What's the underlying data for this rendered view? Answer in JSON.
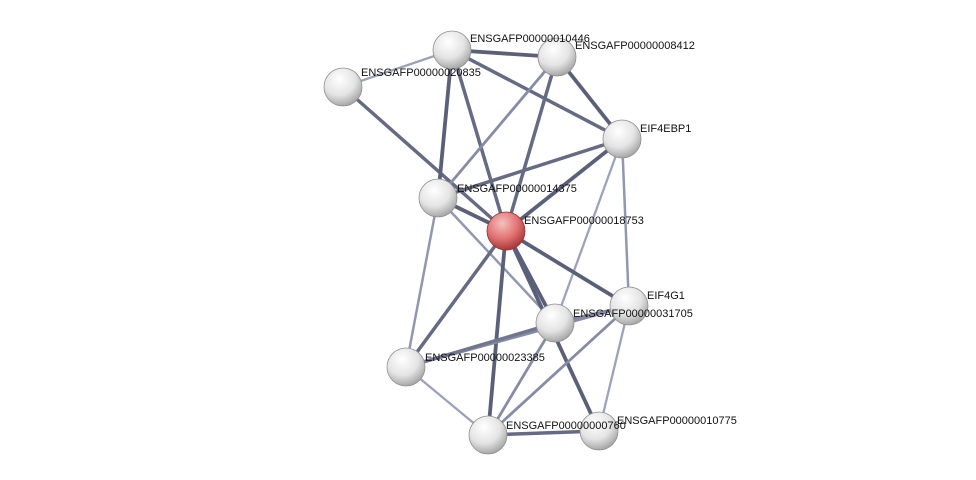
{
  "network": {
    "nodes": [
      {
        "id": "n1",
        "label": "ENSGAFP00000020835",
        "color": "white"
      },
      {
        "id": "n2",
        "label": "ENSGAFP00000010446",
        "color": "white"
      },
      {
        "id": "n3",
        "label": "ENSGAFP00000008412",
        "color": "white"
      },
      {
        "id": "n4",
        "label": "EIF4EBP1",
        "color": "white"
      },
      {
        "id": "n5",
        "label": "ENSGAFP00000014375",
        "color": "white"
      },
      {
        "id": "n6",
        "label": "ENSGAFP00000018753",
        "color": "red"
      },
      {
        "id": "n7",
        "label": "EIF4G1",
        "color": "white"
      },
      {
        "id": "n8",
        "label": "ENSGAFP00000031705",
        "color": "white"
      },
      {
        "id": "n9",
        "label": "ENSGAFP00000023385",
        "color": "white"
      },
      {
        "id": "n10",
        "label": "ENSGAFP00000000760",
        "color": "white"
      },
      {
        "id": "n11",
        "label": "ENSGAFP00000010775",
        "color": "white"
      }
    ],
    "edges": [
      [
        "n1",
        "n2",
        0.3
      ],
      [
        "n1",
        "n6",
        0.8
      ],
      [
        "n2",
        "n3",
        0.9
      ],
      [
        "n2",
        "n4",
        0.8
      ],
      [
        "n2",
        "n5",
        0.9
      ],
      [
        "n2",
        "n6",
        0.8
      ],
      [
        "n3",
        "n4",
        0.9
      ],
      [
        "n3",
        "n5",
        0.5
      ],
      [
        "n3",
        "n6",
        0.8
      ],
      [
        "n4",
        "n5",
        0.8
      ],
      [
        "n4",
        "n6",
        0.9
      ],
      [
        "n4",
        "n7",
        0.4
      ],
      [
        "n4",
        "n8",
        0.3
      ],
      [
        "n5",
        "n6",
        0.9
      ],
      [
        "n5",
        "n8",
        0.4
      ],
      [
        "n5",
        "n9",
        0.4
      ],
      [
        "n6",
        "n7",
        0.9
      ],
      [
        "n6",
        "n8",
        0.9
      ],
      [
        "n6",
        "n9",
        0.8
      ],
      [
        "n6",
        "n10",
        0.9
      ],
      [
        "n6",
        "n11",
        0.9
      ],
      [
        "n7",
        "n8",
        0.6
      ],
      [
        "n7",
        "n9",
        0.5
      ],
      [
        "n7",
        "n10",
        0.5
      ],
      [
        "n7",
        "n11",
        0.3
      ],
      [
        "n8",
        "n9",
        0.7
      ],
      [
        "n8",
        "n10",
        0.5
      ],
      [
        "n9",
        "n10",
        0.3
      ],
      [
        "n10",
        "n11",
        0.8
      ]
    ]
  }
}
